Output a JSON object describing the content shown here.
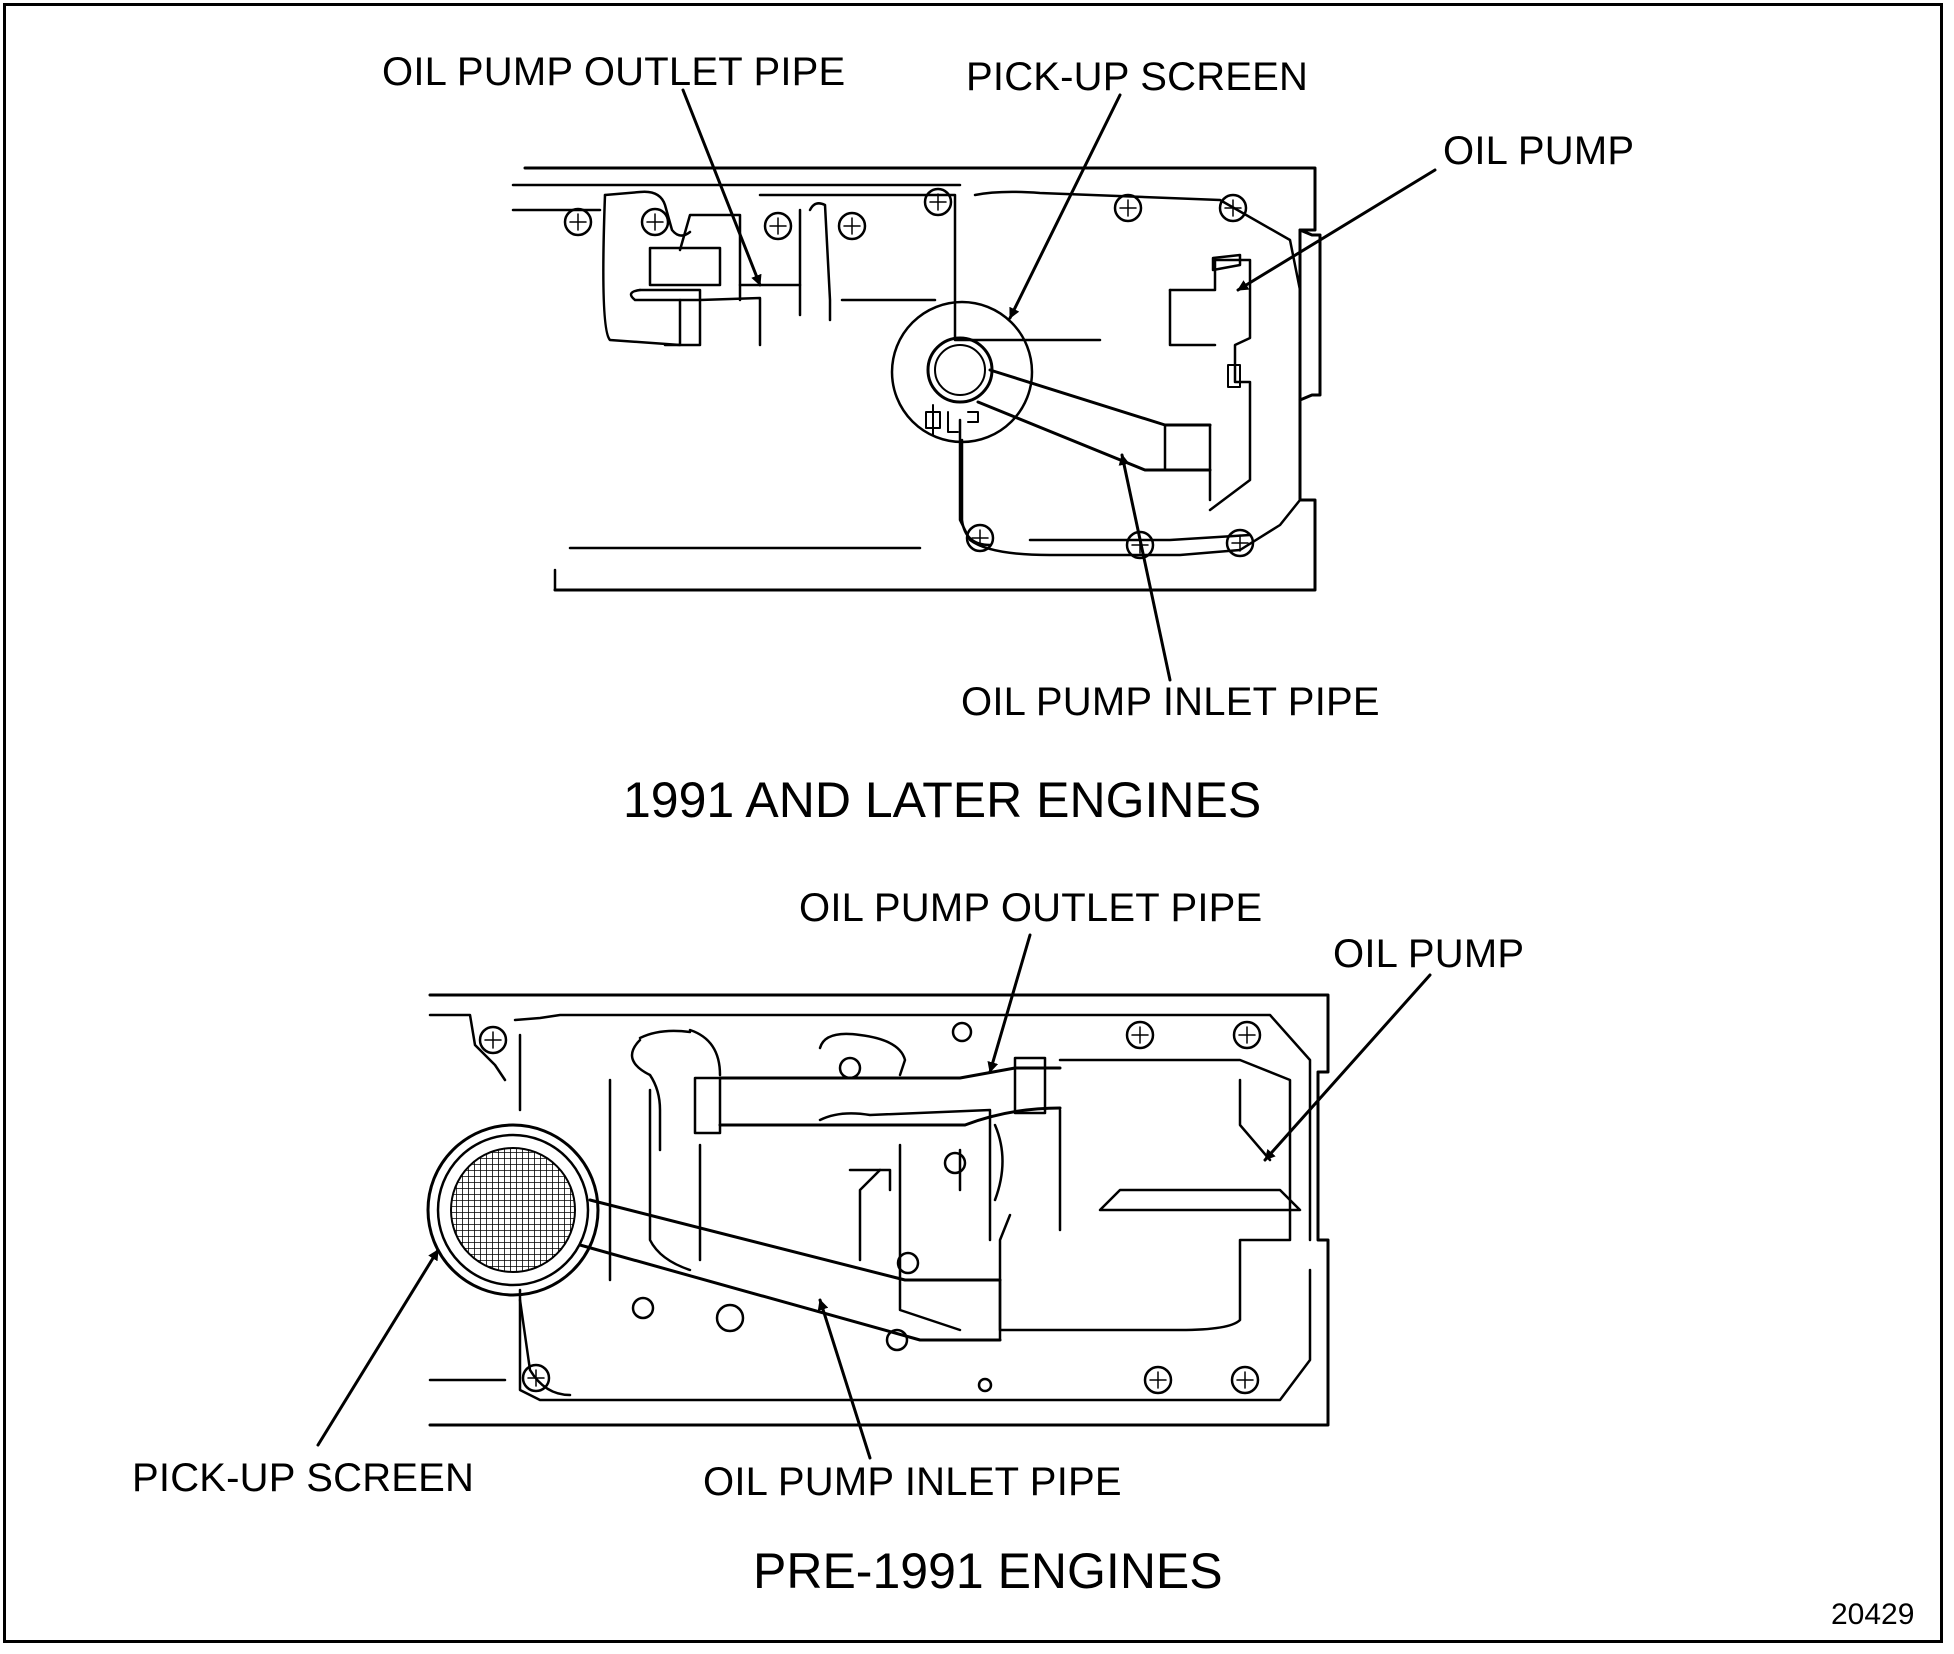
{
  "top_view": {
    "outlet_pipe_label": "OIL PUMP OUTLET PIPE",
    "pickup_screen_label": "PICK-UP SCREEN",
    "oil_pump_label": "OIL PUMP",
    "inlet_pipe_label": "OIL PUMP INLET PIPE",
    "caption": "1991 AND LATER ENGINES"
  },
  "bottom_view": {
    "outlet_pipe_label": "OIL PUMP OUTLET PIPE",
    "oil_pump_label": "OIL PUMP",
    "pickup_screen_label": "PICK-UP SCREEN",
    "inlet_pipe_label": "OIL PUMP INLET PIPE",
    "caption": "PRE-1991 ENGINES"
  },
  "figure_number": "20429"
}
